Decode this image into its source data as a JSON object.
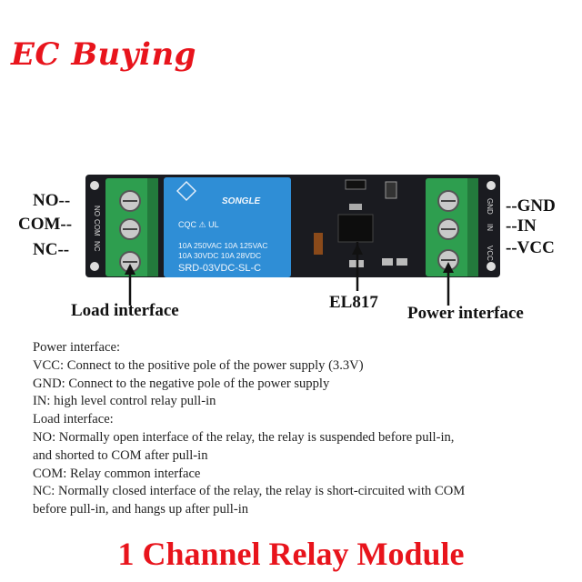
{
  "brand": {
    "text": "EC Buying",
    "color": "#e8141c"
  },
  "board": {
    "pcb_color": "#1a1b20",
    "terminal_color": "#2e9e4f",
    "relay_color": "#2f8ed6",
    "relay_text": {
      "brand": "SONGLE",
      "rating1": "10A 250VAC 10A 125VAC",
      "rating2": "10A 30VDC 10A 28VDC",
      "model": "SRD-03VDC-SL-C"
    },
    "silkscreen": {
      "no": "NO",
      "com": "COM",
      "nc": "NC",
      "gnd": "GND",
      "in": "IN",
      "vcc": "VCC"
    }
  },
  "labels": {
    "no": "NO--",
    "com": "COM--",
    "nc": "NC--",
    "gnd": "--GND",
    "in": "--IN",
    "vcc": "--VCC",
    "load_interface": "Load interface",
    "el817": "EL817",
    "power_interface": "Power interface"
  },
  "description": [
    "Power interface:",
    "VCC: Connect to the positive pole of the power supply (3.3V)",
    "GND: Connect to the negative pole of the power supply",
    "IN: high level control relay pull-in",
    "Load interface:",
    "NO: Normally open interface of the relay, the relay is suspended before pull-in,",
    "and shorted to COM after pull-in",
    "COM: Relay common interface",
    "NC: Normally closed interface of the relay, the relay is short-circuited with COM",
    "before pull-in, and hangs up after pull-in"
  ],
  "footer": {
    "title": "1 Channel Relay Module",
    "color": "#e8141c"
  }
}
